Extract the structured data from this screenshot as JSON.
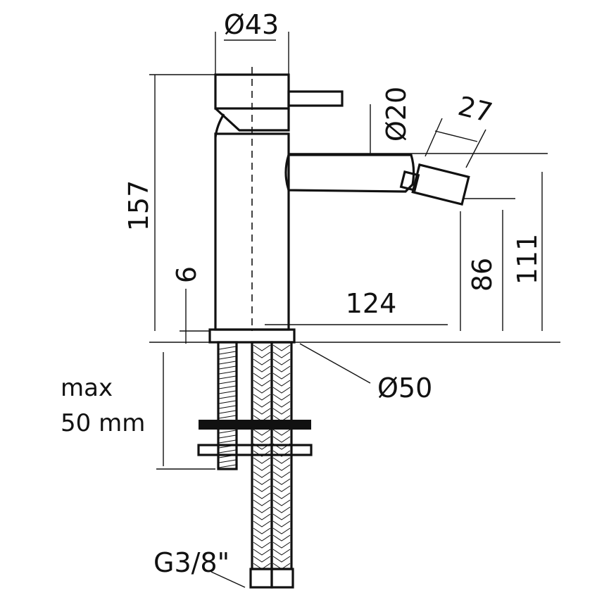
{
  "dimensions": {
    "handle_diameter": "Ø43",
    "total_height": "157",
    "spout_diameter": "Ø20",
    "nozzle_length": "27",
    "base_height": "6",
    "nozzle_height_outer": "111",
    "nozzle_height_inner": "86",
    "spout_reach": "124",
    "base_diameter": "Ø50",
    "thread": "G3/8\""
  },
  "notes": {
    "deck_max_line1": "max",
    "deck_max_line2": "50 mm"
  },
  "colors": {
    "line": "#111111",
    "background": "#ffffff"
  }
}
